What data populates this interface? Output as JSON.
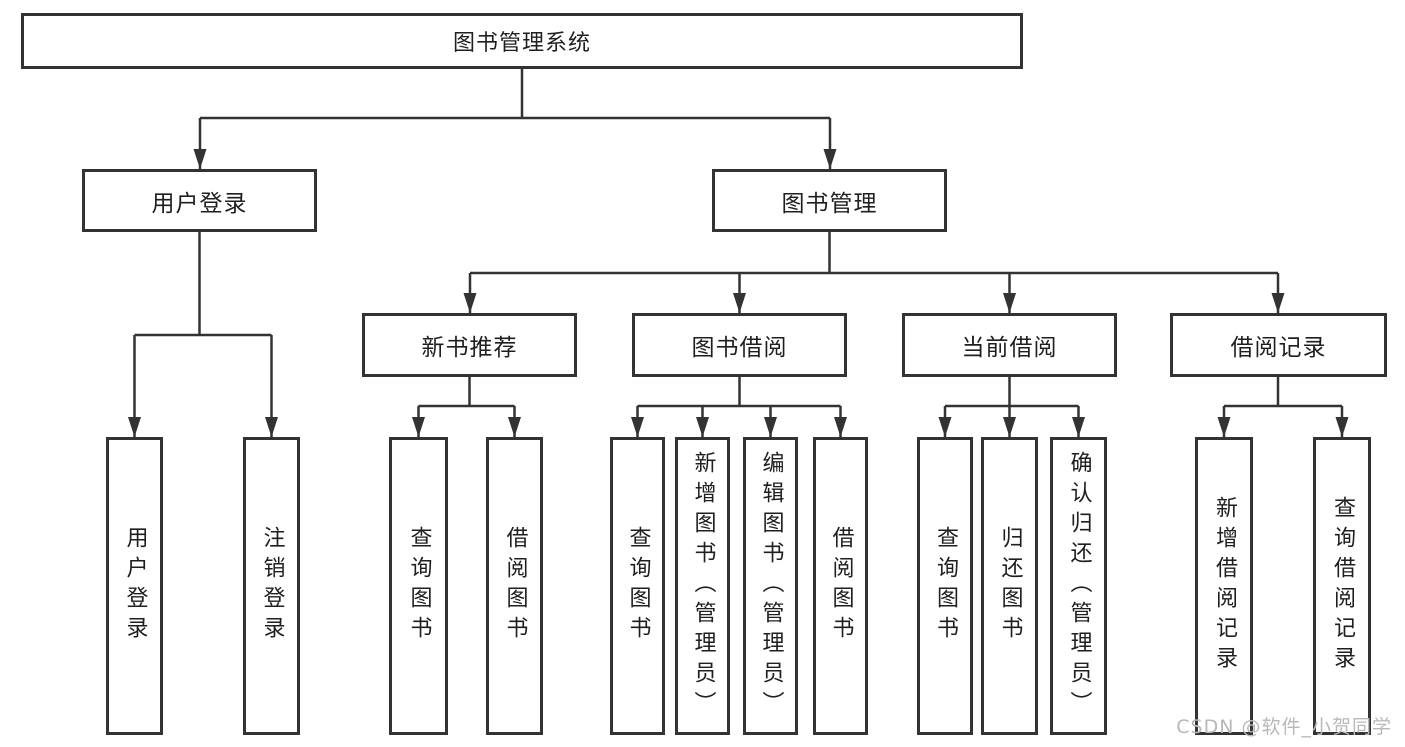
{
  "diagram": {
    "type": "hierarchy",
    "tree": {
      "root": {
        "label": "图书管理系统"
      },
      "branches": [
        {
          "label": "用户登录",
          "children": [
            {
              "label": "用户登录"
            },
            {
              "label": "注销登录"
            }
          ]
        },
        {
          "label": "图书管理",
          "children": [
            {
              "label": "新书推荐",
              "children": [
                {
                  "label": "查询图书"
                },
                {
                  "label": "借阅图书"
                }
              ]
            },
            {
              "label": "图书借阅",
              "children": [
                {
                  "label": "查询图书"
                },
                {
                  "label": "新增图书（管理员）"
                },
                {
                  "label": "编辑图书（管理员）"
                },
                {
                  "label": "借阅图书"
                }
              ]
            },
            {
              "label": "当前借阅",
              "children": [
                {
                  "label": "查询图书"
                },
                {
                  "label": "归还图书"
                },
                {
                  "label": "确认归还（管理员）"
                }
              ]
            },
            {
              "label": "借阅记录",
              "children": [
                {
                  "label": "新增借阅记录"
                },
                {
                  "label": "查询借阅记录"
                }
              ]
            }
          ]
        }
      ]
    },
    "colors": {
      "line": "#333333",
      "box_border": "#333333",
      "text": "#1f1f1f",
      "background": "#ffffff",
      "watermark": "#b8b8b8"
    }
  },
  "watermark": "CSDN @软件_小贺同学"
}
